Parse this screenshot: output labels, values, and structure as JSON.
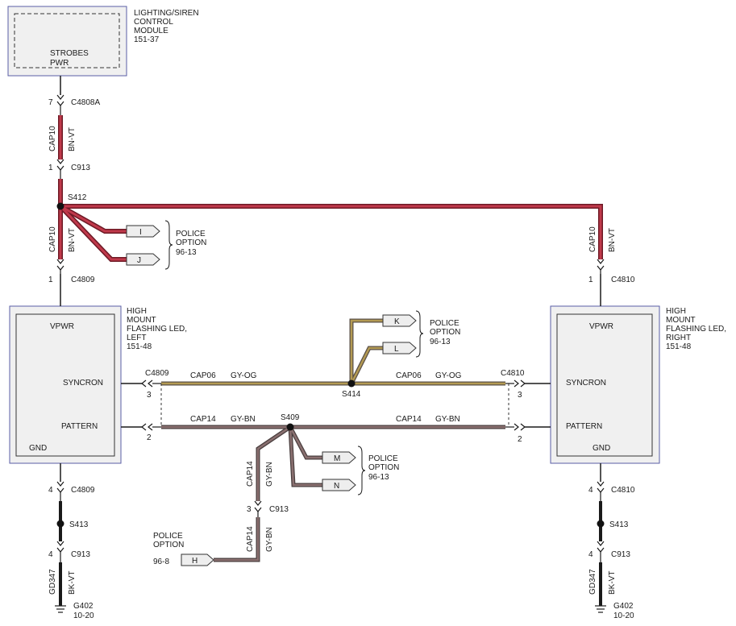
{
  "module": {
    "name_lines": [
      "LIGHTING/SIREN",
      "CONTROL",
      "MODULE"
    ],
    "ref": "151-37",
    "pin_lines": [
      "STROBES",
      "PWR"
    ]
  },
  "left_led": {
    "name_lines": [
      "HIGH",
      "MOUNT",
      "FLASHING LED,",
      "LEFT"
    ],
    "ref": "151-48",
    "pins": {
      "vpwr": "VPWR",
      "syncron": "SYNCRON",
      "pattern": "PATTERN",
      "gnd": "GND"
    }
  },
  "right_led": {
    "name_lines": [
      "HIGH",
      "MOUNT",
      "FLASHING LED,",
      "RIGHT"
    ],
    "ref": "151-48",
    "pins": {
      "vpwr": "VPWR",
      "syncron": "SYNCRON",
      "pattern": "PATTERN",
      "gnd": "GND"
    }
  },
  "connectors": {
    "c4808a": {
      "pin": "7",
      "name": "C4808A"
    },
    "c913_top": {
      "pin": "1",
      "name": "C913"
    },
    "c4809_top": {
      "pin": "1",
      "name": "C4809"
    },
    "c4810_top": {
      "pin": "1",
      "name": "C4810"
    },
    "c4809_sync": {
      "pin": "3",
      "name": "C4809"
    },
    "c4809_pattern": {
      "pin": "2"
    },
    "c4810_sync": {
      "pin": "3",
      "name": "C4810"
    },
    "c4810_pattern": {
      "pin": "2"
    },
    "c913_mid": {
      "pin": "3",
      "name": "C913"
    },
    "c4809_gnd": {
      "pin": "4",
      "name": "C4809"
    },
    "c913_left_gnd": {
      "pin": "4",
      "name": "C913"
    },
    "c4810_gnd": {
      "pin": "4",
      "name": "C4810"
    },
    "c913_right_gnd": {
      "pin": "4",
      "name": "C913"
    }
  },
  "splices": {
    "s412": "S412",
    "s414": "S414",
    "s409": "S409",
    "s413_left": "S413",
    "s413_right": "S413"
  },
  "wires": {
    "cap10": "CAP10",
    "bn_vt": "BN-VT",
    "cap06": "CAP06",
    "gy_og": "GY-OG",
    "cap14": "CAP14",
    "gy_bn": "GY-BN",
    "gd347": "GD347",
    "bk_vt": "BK-VT"
  },
  "police_options": [
    {
      "pins": [
        "I",
        "J"
      ],
      "lines": [
        "POLICE",
        "OPTION",
        "96-13"
      ]
    },
    {
      "pins": [
        "K",
        "L"
      ],
      "lines": [
        "POLICE",
        "OPTION",
        "96-13"
      ]
    },
    {
      "pins": [
        "M",
        "N"
      ],
      "lines": [
        "POLICE",
        "OPTION",
        "96-13"
      ]
    },
    {
      "pins": [
        "H"
      ],
      "lines": [
        "POLICE",
        "OPTION",
        "96-8"
      ]
    }
  ],
  "grounds": [
    {
      "name": "G402",
      "ref": "10-20"
    },
    {
      "name": "G402",
      "ref": "10-20"
    }
  ],
  "colors": {
    "bn_vt_core": "#c0394b",
    "bn_vt_edge": "#6e1a26",
    "gy_og_core": "#b39a52",
    "gy_og_edge": "#5a5048",
    "gy_bn_core": "#8a7070",
    "gy_bn_edge": "#4a3f3f",
    "bk_vt": "#1a1a1a",
    "component_border": "#5a5ea6"
  }
}
